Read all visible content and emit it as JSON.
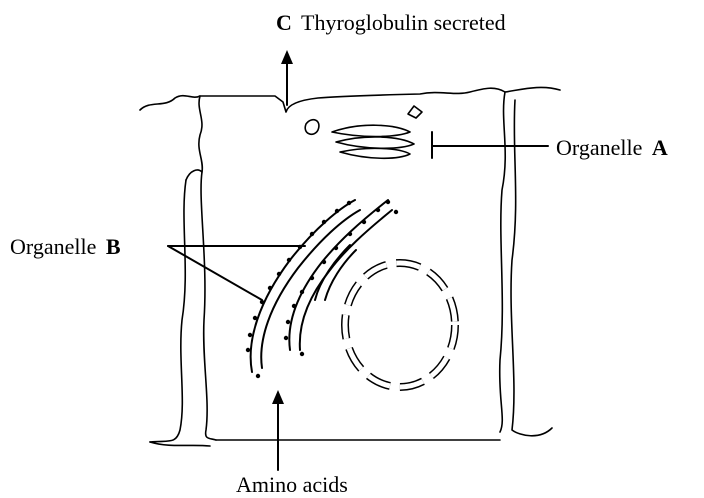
{
  "labels": {
    "c_letter": "C",
    "c_text": "Thyroglobulin secreted",
    "a_text": "Organelle",
    "a_letter": "A",
    "b_text": "Organelle",
    "b_letter": "B",
    "amino": "Amino acids"
  },
  "colors": {
    "ink": "#000000",
    "background": "#ffffff"
  }
}
